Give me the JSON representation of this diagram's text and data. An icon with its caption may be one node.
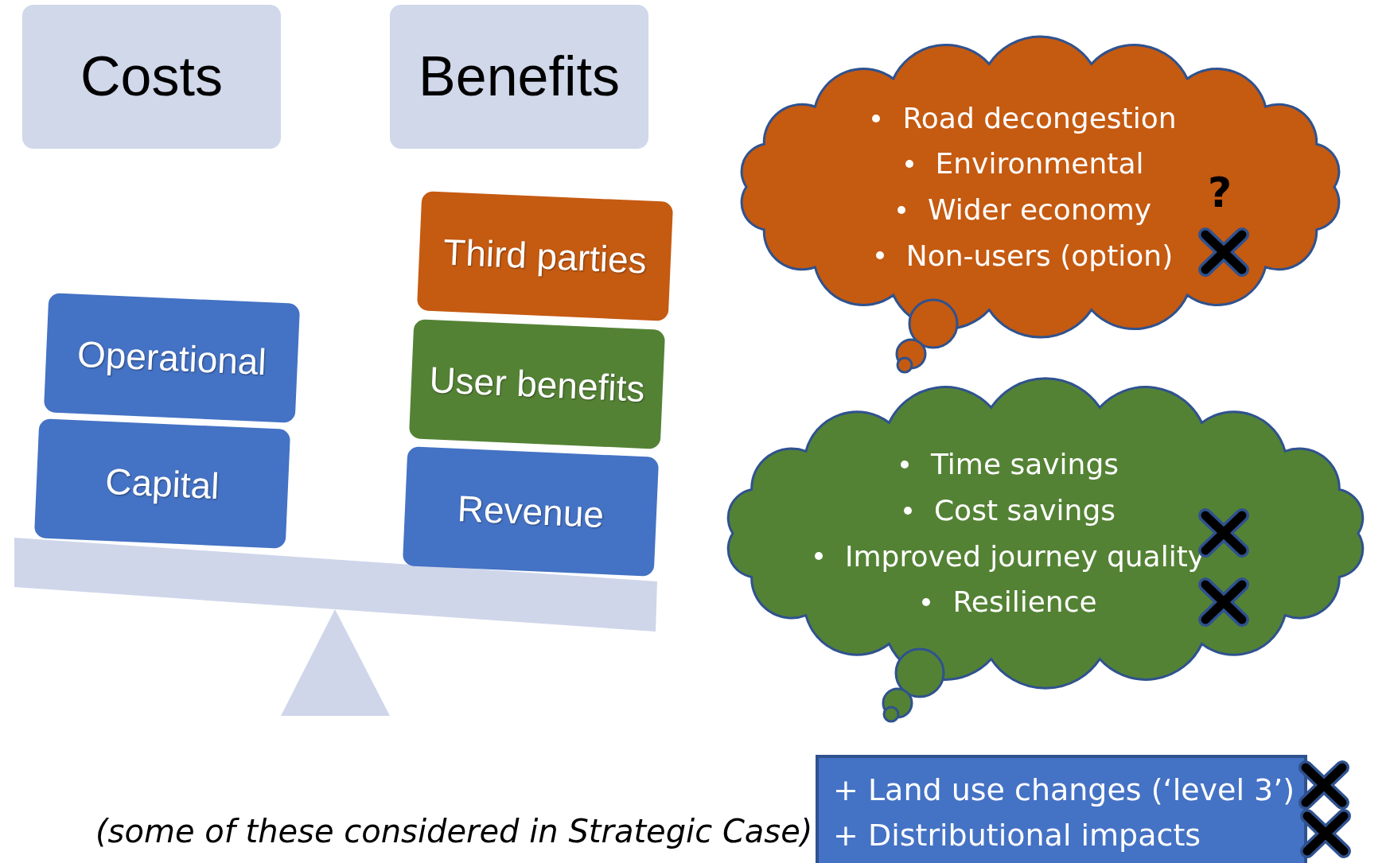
{
  "diagram": {
    "caption": "(some of these considered in Strategic Case)",
    "nodes": [
      {
        "text": [
          "Costs"
        ]
      },
      {
        "text": [
          "Benefits"
        ]
      },
      {
        "text": [
          "Operational"
        ]
      },
      {
        "text": [
          "Capital"
        ]
      },
      {
        "text": [
          "Third parties"
        ]
      },
      {
        "text": [
          "User benefits"
        ]
      },
      {
        "text": [
          "Revenue"
        ]
      },
      {
        "text": [
          "Road decongestion",
          "Environmental",
          "Wider economy",
          "Non-users (option)"
        ]
      },
      {
        "text": [
          "Time savings",
          "Cost savings",
          "Improved journey quality",
          "Resilience"
        ]
      },
      {
        "text": [
          "+ Land use changes (‘level 3’)",
          "+ Distributional impacts"
        ]
      }
    ],
    "labels": [
      "?"
    ]
  }
}
